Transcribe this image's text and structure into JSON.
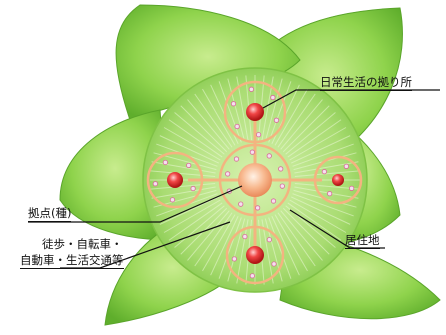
{
  "diagram": {
    "labels": {
      "daily_life_base": "日常生活の拠り所",
      "hub_seed": "拠点(種)",
      "mobility_line1": "徒歩・自転車・",
      "mobility_line2": "自動車・生活交通等",
      "residential": "居住地"
    },
    "colors": {
      "leaf": "#8cd14a",
      "leaf_dark": "#5aa52a",
      "disc": "#b6e383",
      "connector": "#f3b480",
      "node_red": "#e83a3a",
      "hub": "#f6a57c"
    }
  }
}
